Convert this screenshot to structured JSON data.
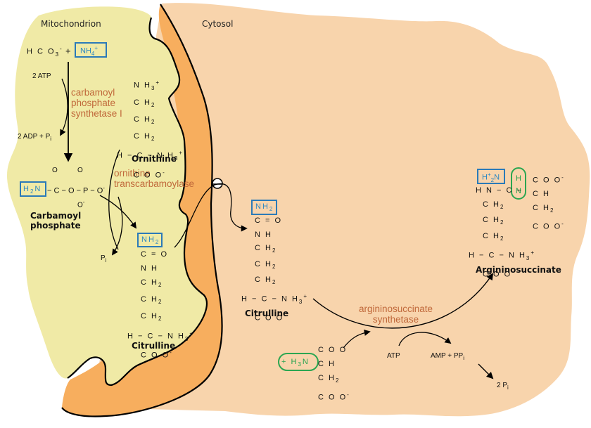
{
  "compartments": {
    "mitochondrion": "Mitochondrion",
    "cytosol": "Cytosol"
  },
  "colors": {
    "mitochondrion_matrix": "#f0eaa6",
    "membrane": "#f7ae5e",
    "cytosol": "#f8d4ac",
    "enzyme_text": "#c0683a",
    "highlight_blue": "#2b7ab8",
    "highlight_green": "#2ca651"
  },
  "reactants": {
    "bicarbonate": "H C O",
    "bicarbonate_sub": "3",
    "bicarbonate_sup": "-",
    "plus": "+",
    "ammonium": "NH",
    "ammonium_sub": "4",
    "ammonium_sup": "+",
    "atp_in": "2 ATP",
    "adp_out": "2 ADP + P",
    "adp_out_sub": "i"
  },
  "enzymes": {
    "cps1": [
      "carbamoyl",
      "phosphate",
      "synthetase I"
    ],
    "otc": [
      "ornithine",
      "transcarbamoylase"
    ],
    "ass": [
      "argininosuccinate",
      "synthetase"
    ]
  },
  "ornithine": {
    "name": "Ornithine",
    "lines": [
      "N H",
      "C H",
      "C H",
      "C H",
      "H − C − N H",
      "C O O"
    ]
  },
  "carbamoyl_phosphate": {
    "name_line1": "Carbamoyl",
    "name_line2": "phosphate",
    "amine": "H",
    "amine_sub": "2",
    "amine_n": "N",
    "backbone": "− C − O − P − O",
    "top_o": "O",
    "top_o2": "O",
    "bottom_o": "O"
  },
  "pi_release": "P",
  "pi_release_sub": "i",
  "citrulline_mito": {
    "name": "Citrulline",
    "amine": "NH",
    "amine_sub": "2",
    "lines": [
      "C = O",
      "N H",
      "C H",
      "C H",
      "C H",
      "H − C − N H",
      "C O O"
    ]
  },
  "citrulline_cyto": {
    "name": "Citrulline",
    "amine": "NH",
    "amine_sub": "2",
    "lines": [
      "C = O",
      "N H",
      "C H",
      "C H",
      "C H",
      "H − C − N H",
      "C O O"
    ]
  },
  "aspartate": {
    "amine": "+ H",
    "amine_sub": "3",
    "amine_n": "N",
    "lines": [
      "C O O",
      "C H",
      "C H",
      "C O O"
    ]
  },
  "argininosuccinate": {
    "name": "Argininosuccinate",
    "imine": "H",
    "imine_sub": "2",
    "imine_sup": "+",
    "imine_n": "N",
    "link_h": "H",
    "link_n": "N",
    "left_lines": [
      "H N − C −",
      "C H",
      "C H",
      "C H",
      "H − C − N H",
      "C O O"
    ],
    "right_lines": [
      "C O O",
      "C H",
      "C H",
      "C O O"
    ]
  },
  "products": {
    "atp": "ATP",
    "amp_ppi": "AMP  +  PP",
    "amp_ppi_sub": "i",
    "two_pi": "2 P",
    "two_pi_sub": "i"
  },
  "subscripts": {
    "two": "2",
    "three": "3",
    "plus": "+",
    "minus": "-"
  }
}
